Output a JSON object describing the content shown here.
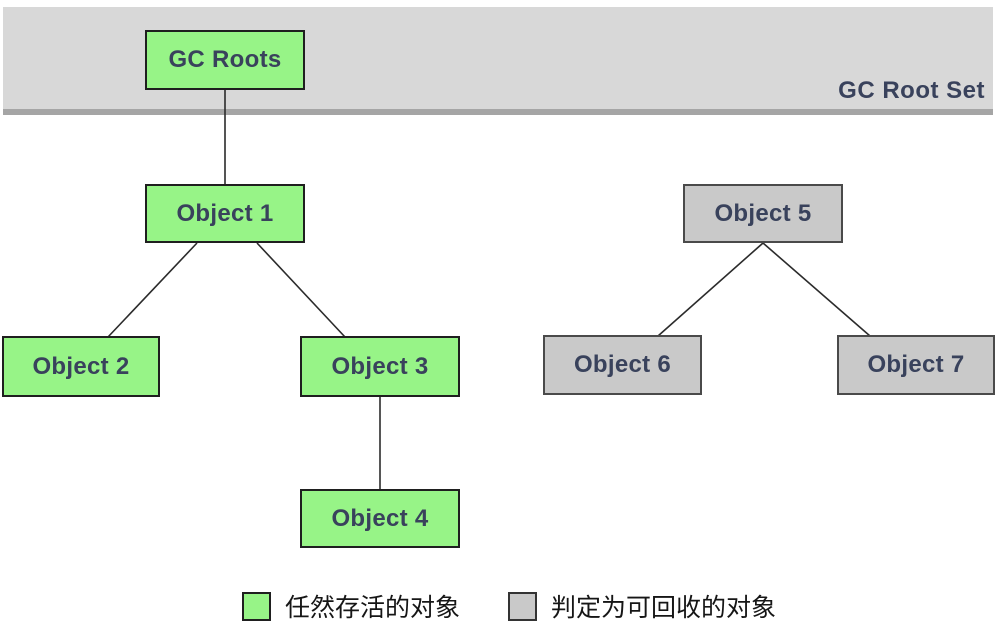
{
  "band": {
    "label": "GC Root Set"
  },
  "nodes": [
    {
      "id": "gc-roots",
      "label": "GC Roots",
      "type": "live"
    },
    {
      "id": "object-1",
      "label": "Object 1",
      "type": "live"
    },
    {
      "id": "object-2",
      "label": "Object 2",
      "type": "live"
    },
    {
      "id": "object-3",
      "label": "Object 3",
      "type": "live"
    },
    {
      "id": "object-4",
      "label": "Object 4",
      "type": "live"
    },
    {
      "id": "object-5",
      "label": "Object 5",
      "type": "garbage"
    },
    {
      "id": "object-6",
      "label": "Object 6",
      "type": "garbage"
    },
    {
      "id": "object-7",
      "label": "Object 7",
      "type": "garbage"
    }
  ],
  "edges": [
    {
      "from": "gc-roots",
      "to": "object-1"
    },
    {
      "from": "object-1",
      "to": "object-2"
    },
    {
      "from": "object-1",
      "to": "object-3"
    },
    {
      "from": "object-3",
      "to": "object-4"
    },
    {
      "from": "object-5",
      "to": "object-6"
    },
    {
      "from": "object-5",
      "to": "object-7"
    }
  ],
  "legend": [
    {
      "label": "任然存活的对象",
      "type": "live",
      "color": "#97F487"
    },
    {
      "label": "判定为可回收的对象",
      "type": "garbage",
      "color": "#C9C9C9"
    }
  ],
  "colors": {
    "live_fill": "#97F487",
    "garbage_fill": "#C9C9C9",
    "band_fill": "#D8D8D8",
    "band_edge": "#A5A5A5",
    "text": "#39425C",
    "line": "#2B2B2B",
    "legend_text": "#161616"
  }
}
